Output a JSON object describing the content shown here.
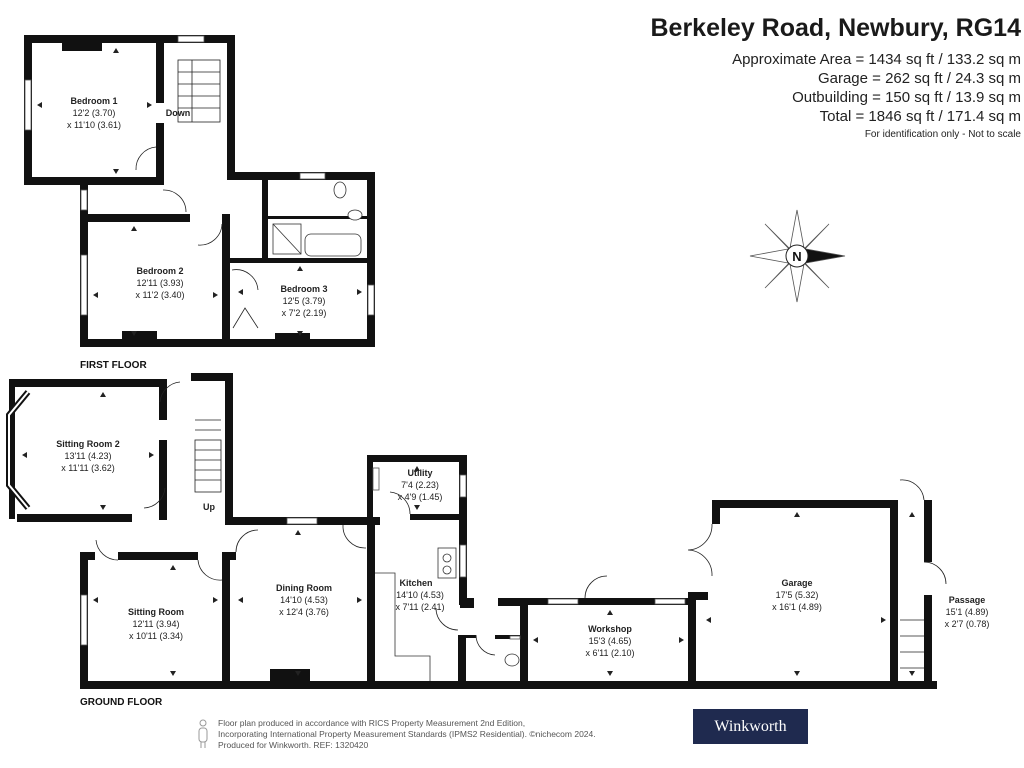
{
  "header": {
    "title": "Berkeley Road, Newbury, RG14",
    "areas": [
      "Approximate Area = 1434 sq ft / 133.2 sq m",
      "Garage = 262 sq ft / 24.3 sq m",
      "Outbuilding = 150 sq ft / 13.9 sq m",
      "Total = 1846 sq ft / 171.4 sq m"
    ],
    "note": "For identification only - Not to scale"
  },
  "compass": {
    "letter": "N"
  },
  "floors": {
    "first": "FIRST FLOOR",
    "ground": "GROUND FLOOR"
  },
  "rooms": {
    "bedroom1": {
      "name": "Bedroom 1",
      "dim1": "12'2 (3.70)",
      "dim2": "x 11'10 (3.61)"
    },
    "bedroom2": {
      "name": "Bedroom 2",
      "dim1": "12'11 (3.93)",
      "dim2": "x 11'2 (3.40)"
    },
    "bedroom3": {
      "name": "Bedroom 3",
      "dim1": "12'5 (3.79)",
      "dim2": "x 7'2 (2.19)"
    },
    "sitting2": {
      "name": "Sitting Room 2",
      "dim1": "13'11 (4.23)",
      "dim2": "x 11'11 (3.62)"
    },
    "sitting": {
      "name": "Sitting Room",
      "dim1": "12'11 (3.94)",
      "dim2": "x 10'11 (3.34)"
    },
    "dining": {
      "name": "Dining Room",
      "dim1": "14'10 (4.53)",
      "dim2": "x 12'4 (3.76)"
    },
    "utility": {
      "name": "Utility",
      "dim1": "7'4 (2.23)",
      "dim2": "x 4'9 (1.45)"
    },
    "kitchen": {
      "name": "Kitchen",
      "dim1": "14'10 (4.53)",
      "dim2": "x 7'11 (2.41)"
    },
    "workshop": {
      "name": "Workshop",
      "dim1": "15'3 (4.65)",
      "dim2": "x 6'11 (2.10)"
    },
    "garage": {
      "name": "Garage",
      "dim1": "17'5 (5.32)",
      "dim2": "x 16'1 (4.89)"
    },
    "passage": {
      "name": "Passage",
      "dim1": "15'1 (4.89)",
      "dim2": "x 2'7 (0.78)"
    }
  },
  "stairs": {
    "down": "Down",
    "up": "Up"
  },
  "footer": {
    "line1": "Floor plan produced in accordance with RICS Property Measurement 2nd Edition,",
    "line2": "Incorporating International Property Measurement Standards (IPMS2 Residential).  ©nichecom 2024.",
    "line3": "Produced for Winkworth.   REF: 1320420",
    "brand": "Winkworth"
  },
  "colors": {
    "wall": "#111111",
    "brand_bg": "#1f2a4f"
  }
}
